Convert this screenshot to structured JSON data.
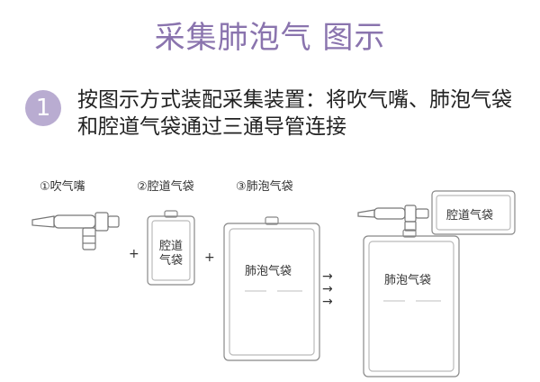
{
  "title": "采集肺泡气 图示",
  "step": {
    "number": "1",
    "text": "按图示方式装配采集装置：将吹气嘴、肺泡气袋和腔道气袋通过三通导管连接"
  },
  "labels": {
    "mouthpiece": "①吹气嘴",
    "cavity_bag": "②腔道气袋",
    "alveolar_bag": "③肺泡气袋"
  },
  "bags": {
    "cavity_bag_line1": "腔道",
    "cavity_bag_line2": "气袋",
    "alveolar_bag": "肺泡气袋",
    "assembled_alveolar_bag": "肺泡气袋",
    "assembled_cavity_bag": "腔道气袋"
  },
  "symbols": {
    "plus1": "+",
    "plus2": "+",
    "arrows": "→\n→\n→"
  },
  "colors": {
    "title": "#8a74ae",
    "circle": "#b9acd1"
  }
}
